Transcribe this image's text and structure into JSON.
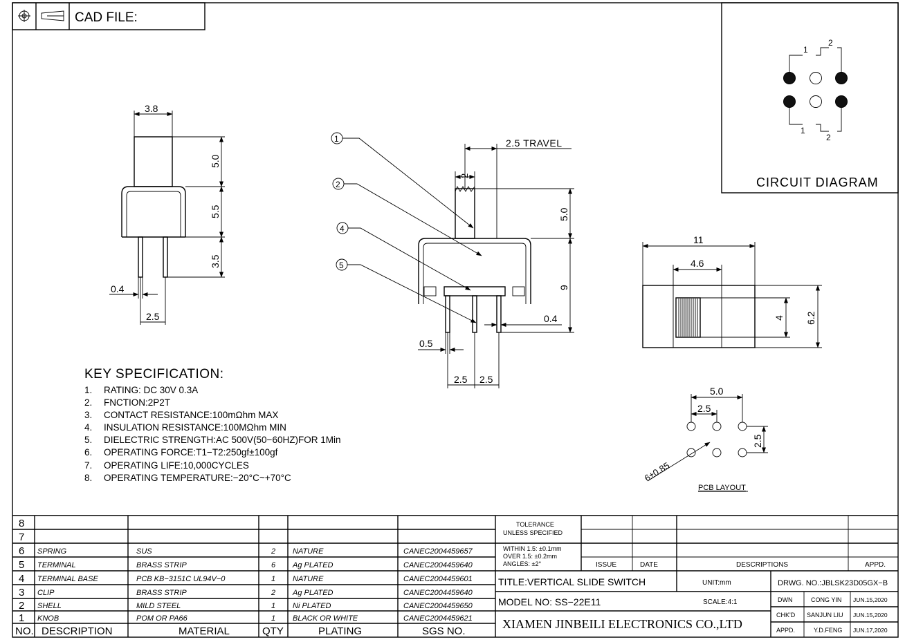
{
  "header": {
    "cad_label": "CAD FILE:"
  },
  "circuit": {
    "title": "CIRCUIT DIAGRAM",
    "labels_top": [
      "1",
      "2"
    ],
    "labels_bottom": [
      "1",
      "2"
    ]
  },
  "side_view": {
    "width": "3.8",
    "heights": [
      "5.0",
      "5.5",
      "3.5"
    ],
    "pin_thickness": "0.4",
    "pin_pitch": "2.5"
  },
  "front_view": {
    "travel": "2.5 TRAVEL",
    "actuator_width": "2",
    "actuator_height": "5.0",
    "body_height": "9",
    "pin_width_right": "0.4",
    "pin_width_left": "0.5",
    "pitches": [
      "2.5",
      "2.5"
    ],
    "callouts": [
      "1",
      "2",
      "4",
      "5"
    ]
  },
  "top_view": {
    "length": "11",
    "slot": "4.6",
    "knob": "4",
    "width": "6.2"
  },
  "pcb": {
    "title": "PCB LAYOUT",
    "span": "5.0",
    "pitch": "2.5",
    "row_pitch": "2.5",
    "hole": "6±0.85"
  },
  "spec": {
    "title": "KEY SPECIFICATION:",
    "items": [
      "RATING: DC 30V   0.3A",
      "FNCTION:2P2T",
      "CONTACT RESISTANCE:100mΩhm MAX",
      "INSULATION RESISTANCE:100MΩhm MIN",
      "DIELECTRIC STRENGTH:AC 500V(50−60HZ)FOR 1Min",
      "OPERATING FORCE:T1−T2:250gf±100gf",
      "OPERATING LIFE:10,000CYCLES",
      "OPERATING TEMPERATURE:−20°C~+70°C"
    ]
  },
  "bom": {
    "headers": [
      "NO.",
      "DESCRIPTION",
      "MATERIAL",
      "QTY",
      "PLATING",
      "SGS NO."
    ],
    "rows": [
      {
        "no": "8",
        "desc": "",
        "material": "",
        "qty": "",
        "plating": "",
        "sgs": ""
      },
      {
        "no": "7",
        "desc": "",
        "material": "",
        "qty": "",
        "plating": "",
        "sgs": ""
      },
      {
        "no": "6",
        "desc": "SPRING",
        "material": "SUS",
        "qty": "2",
        "plating": "NATURE",
        "sgs": "CANEC2004459657"
      },
      {
        "no": "5",
        "desc": "TERMINAL",
        "material": "BRASS STRIP",
        "qty": "6",
        "plating": "Ag PLATED",
        "sgs": "CANEC2004459640"
      },
      {
        "no": "4",
        "desc": "TERMINAL BASE",
        "material": "PCB KB−3151C UL94V−0",
        "qty": "1",
        "plating": "NATURE",
        "sgs": "CANEC2004459601"
      },
      {
        "no": "3",
        "desc": "CLIP",
        "material": "BRASS STRIP",
        "qty": "2",
        "plating": "Ag PLATED",
        "sgs": "CANEC2004459640"
      },
      {
        "no": "2",
        "desc": "SHELL",
        "material": "MILD STEEL",
        "qty": "1",
        "plating": "Ni PLATED",
        "sgs": "CANEC2004459650"
      },
      {
        "no": "1",
        "desc": "KNOB",
        "material": "POM OR PA66",
        "qty": "1",
        "plating": "BLACK OR WHITE",
        "sgs": "CANEC2004459621"
      }
    ]
  },
  "title_block": {
    "tolerance": [
      "TOLERANCE",
      "UNLESS SPECIFIED"
    ],
    "tol_lines": [
      "WITHIN 1.5: ±0.1mm",
      "OVER 1.5:  ±0.2mm",
      "ANGLES: ±2°"
    ],
    "issue": "ISSUE",
    "date": "DATE",
    "descriptions": "DESCRIPTIONS",
    "appd": "APPD.",
    "title": "TITLE:VERTICAL SLIDE SWITCH",
    "unit": "UNIT:mm",
    "drwg_no": "DRWG. NO.:JBLSK23D05GX−B",
    "model": "MODEL NO: SS−22E11",
    "scale": "SCALE:4:1",
    "company": "XIAMEN JINBEILI ELECTRONICS CO.,LTD",
    "signoffs": [
      {
        "role": "DWN",
        "name": "CONG YIN",
        "date": "JUN.15,2020"
      },
      {
        "role": "CHK'D",
        "name": "SANJUN LIU",
        "date": "JUN.15,2020"
      },
      {
        "role": "APPD.",
        "name": "Y.D.FENG",
        "date": "JUN.17,2020"
      }
    ]
  }
}
